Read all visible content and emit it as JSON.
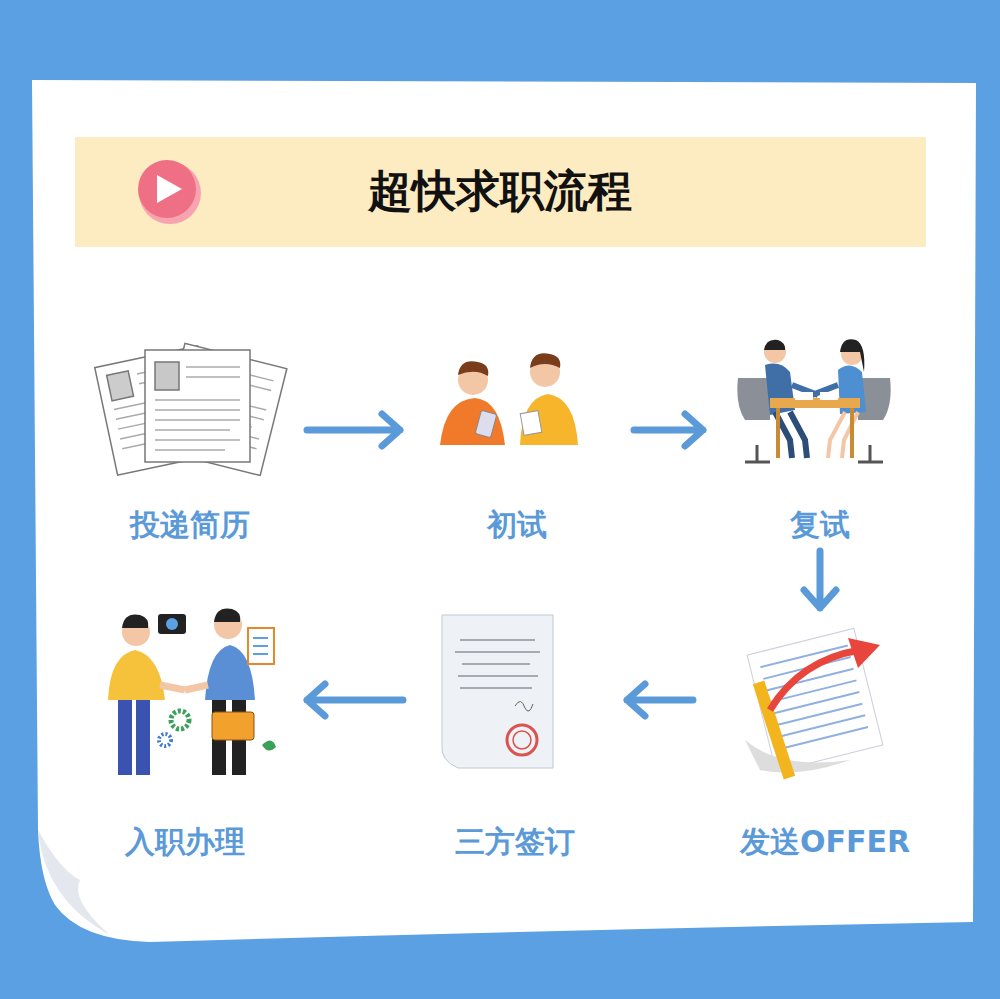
{
  "diagram": {
    "title": "超快求职流程",
    "nodes": [
      {
        "text": [
          "投递简历"
        ]
      },
      {
        "text": [
          "初试"
        ]
      },
      {
        "text": [
          "复试"
        ]
      },
      {
        "text": [
          "发送OFFER"
        ]
      },
      {
        "text": [
          "三方签订"
        ]
      },
      {
        "text": [
          "入职办理"
        ]
      }
    ],
    "edges": [
      {
        "from": 0,
        "to": 1,
        "arrow": "to"
      },
      {
        "from": 1,
        "to": 2,
        "arrow": "to"
      },
      {
        "from": 2,
        "to": 3,
        "arrow": "to"
      },
      {
        "from": 3,
        "to": 4,
        "arrow": "to"
      },
      {
        "from": 4,
        "to": 5,
        "arrow": "to"
      }
    ]
  }
}
